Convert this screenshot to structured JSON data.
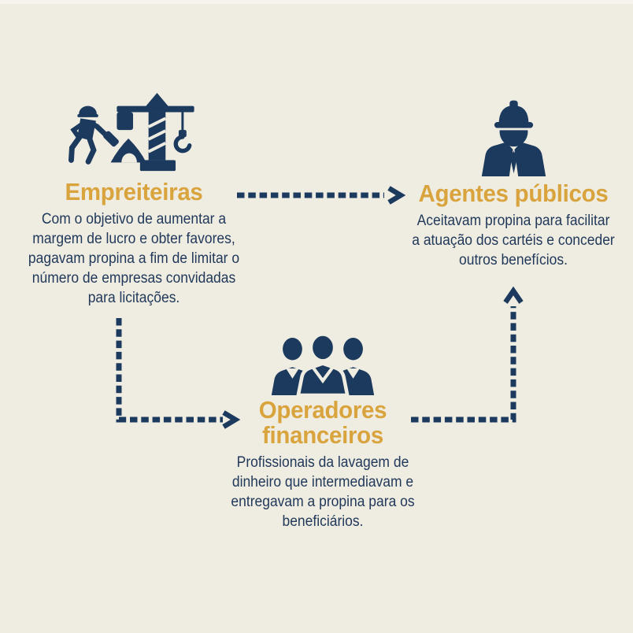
{
  "diagram": {
    "language": "pt-BR",
    "background_color": "#EFECE1",
    "accent_gold": "#D9A43E",
    "accent_navy": "#1C3A5E",
    "nodes": [
      {
        "id": "empreiteiras",
        "icon": "construction-worker-crane-icon",
        "title": "Empreiteiras",
        "description_lines": [
          "Com o objetivo de aumentar a",
          "margem de lucro e obter favores,",
          "pagavam propina a fim de limitar o",
          "número de empresas convidadas",
          "para licitações."
        ]
      },
      {
        "id": "agentes-publicos",
        "icon": "engineer-hardhat-icon",
        "title": "Agentes públicos",
        "description_lines": [
          "Aceitavam propina para facilitar",
          "a atuação dos cartéis e conceder",
          "outros benefícios."
        ]
      },
      {
        "id": "operadores-financeiros",
        "icon": "financial-operators-group-icon",
        "title": "Operadores financeiros",
        "title_lines": [
          "Operadores",
          "financeiros"
        ],
        "description_lines": [
          "Profissionais da lavagem de",
          "dinheiro que intermediavam e",
          "entregavam a propina para os",
          "beneficiários."
        ]
      }
    ],
    "connections": [
      {
        "from": "Empreiteiras",
        "to": "Agentes públicos",
        "style": "dashed",
        "arrow_direction": "right"
      },
      {
        "from": "Empreiteiras",
        "to": "Operadores financeiros",
        "style": "dashed",
        "arrow_direction": "right"
      },
      {
        "from": "Operadores financeiros",
        "to": "Agentes públicos",
        "style": "dashed",
        "arrow_direction": "up"
      }
    ]
  }
}
